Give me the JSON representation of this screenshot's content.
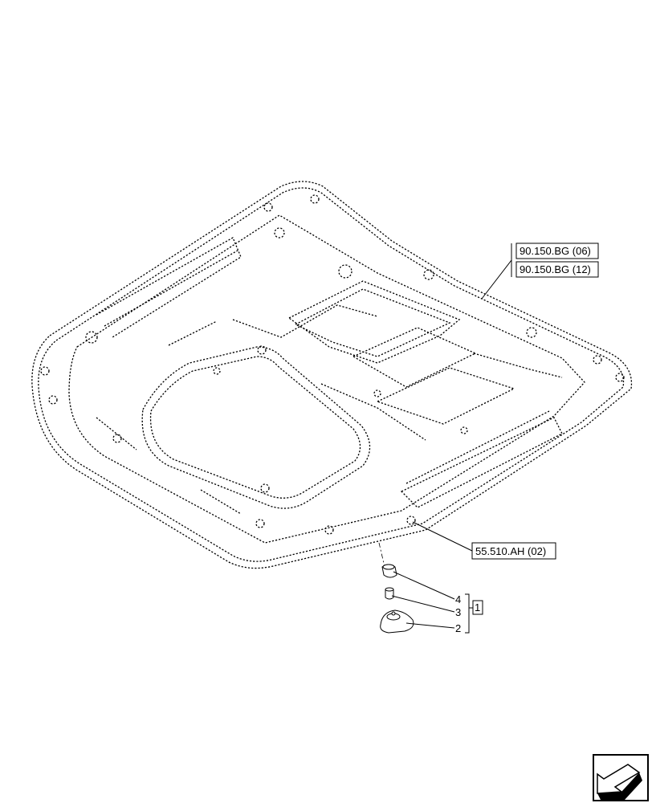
{
  "references": {
    "ref_top_1": "90.150.BG (06)",
    "ref_top_2": "90.150.BG (12)",
    "ref_bottom": "55.510.AH (02)"
  },
  "callouts": {
    "item_4": "4",
    "item_3": "3",
    "item_2": "2",
    "group": "1"
  },
  "icons": {
    "nav_arrow": "next-page-arrow-icon"
  }
}
